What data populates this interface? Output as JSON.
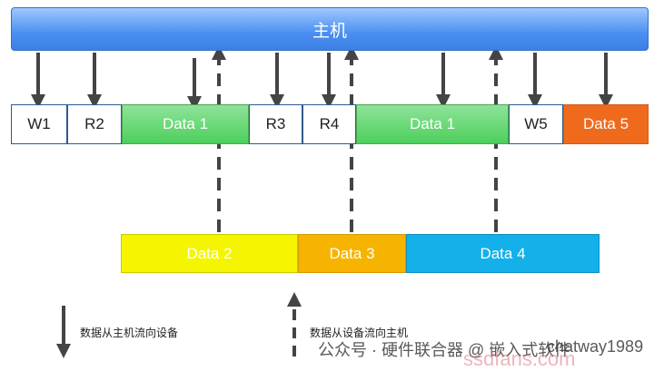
{
  "host_label": "主机",
  "top_row": {
    "w1": "W1",
    "r2": "R2",
    "data1a": "Data 1",
    "r3": "R3",
    "r4": "R4",
    "data1b": "Data 1",
    "w5": "W5",
    "data5": "Data 5"
  },
  "bottom_row": {
    "data2": "Data 2",
    "data3": "Data 3",
    "data4": "Data 4"
  },
  "legend": {
    "host_to_device": "数据从主机流向设备",
    "device_to_host": "数据从设备流向主机"
  },
  "watermark": {
    "account": "公众号 · 硬件联合器 @ 嵌入式软件",
    "handle": "chatway1989",
    "site": "ssdfans.com"
  }
}
